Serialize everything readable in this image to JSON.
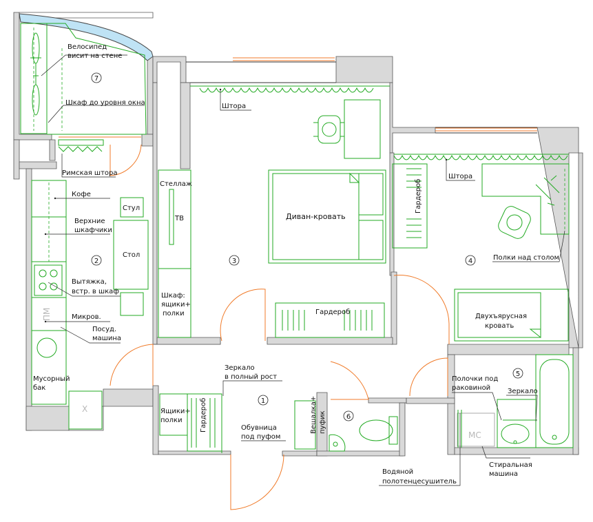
{
  "labels": {
    "bicycle": [
      "Велосипед",
      "висит на стене"
    ],
    "closet_window": "Шкаф до уровня окна",
    "roman_blind": "Римская штора",
    "curtain_3": "Штора",
    "curtain_4": "Штора",
    "coffee": "Кофе",
    "chair": "Стул",
    "upper_cabinets": [
      "Верхние",
      "шкафчики"
    ],
    "table": "Стол",
    "hood": [
      "Вытяжка,",
      "встр. в шкаф"
    ],
    "microwave": "Микров.",
    "dishwasher": [
      "Посуд.",
      "машина"
    ],
    "trash": [
      "Мусорный",
      "бак"
    ],
    "shelving": "Стеллаж",
    "tv": "ТВ",
    "cabinet_3": [
      "Шкаф:",
      "ящики+",
      "полки"
    ],
    "sofa_bed": "Диван-кровать",
    "wardrobe_3": "Гардероб",
    "wardrobe_4": "Гардероб",
    "shelves_desk": "Полки над столом",
    "bunk_bed": [
      "Двухъярусная",
      "кровать"
    ],
    "mirror_full": [
      "Зеркало",
      "в полный рост"
    ],
    "drawers_hall": [
      "Ящики+",
      "полки"
    ],
    "wardrobe_hall": "Гардероб",
    "shoe_rack": [
      "Обувница",
      "под пуфом"
    ],
    "hanger": [
      "Вешалка+",
      "пуфик"
    ],
    "sink_shelves": [
      "Полочки под",
      "раковиной"
    ],
    "mirror_bath": "Зеркало",
    "washing_machine": [
      "Стиральная",
      "машина"
    ],
    "towel_dryer": [
      "Водяной",
      "полотенцесушитель"
    ],
    "mc": "МС",
    "pm": "ПМ",
    "x": "X"
  },
  "rooms": [
    "1",
    "2",
    "3",
    "4",
    "5",
    "6",
    "7"
  ]
}
